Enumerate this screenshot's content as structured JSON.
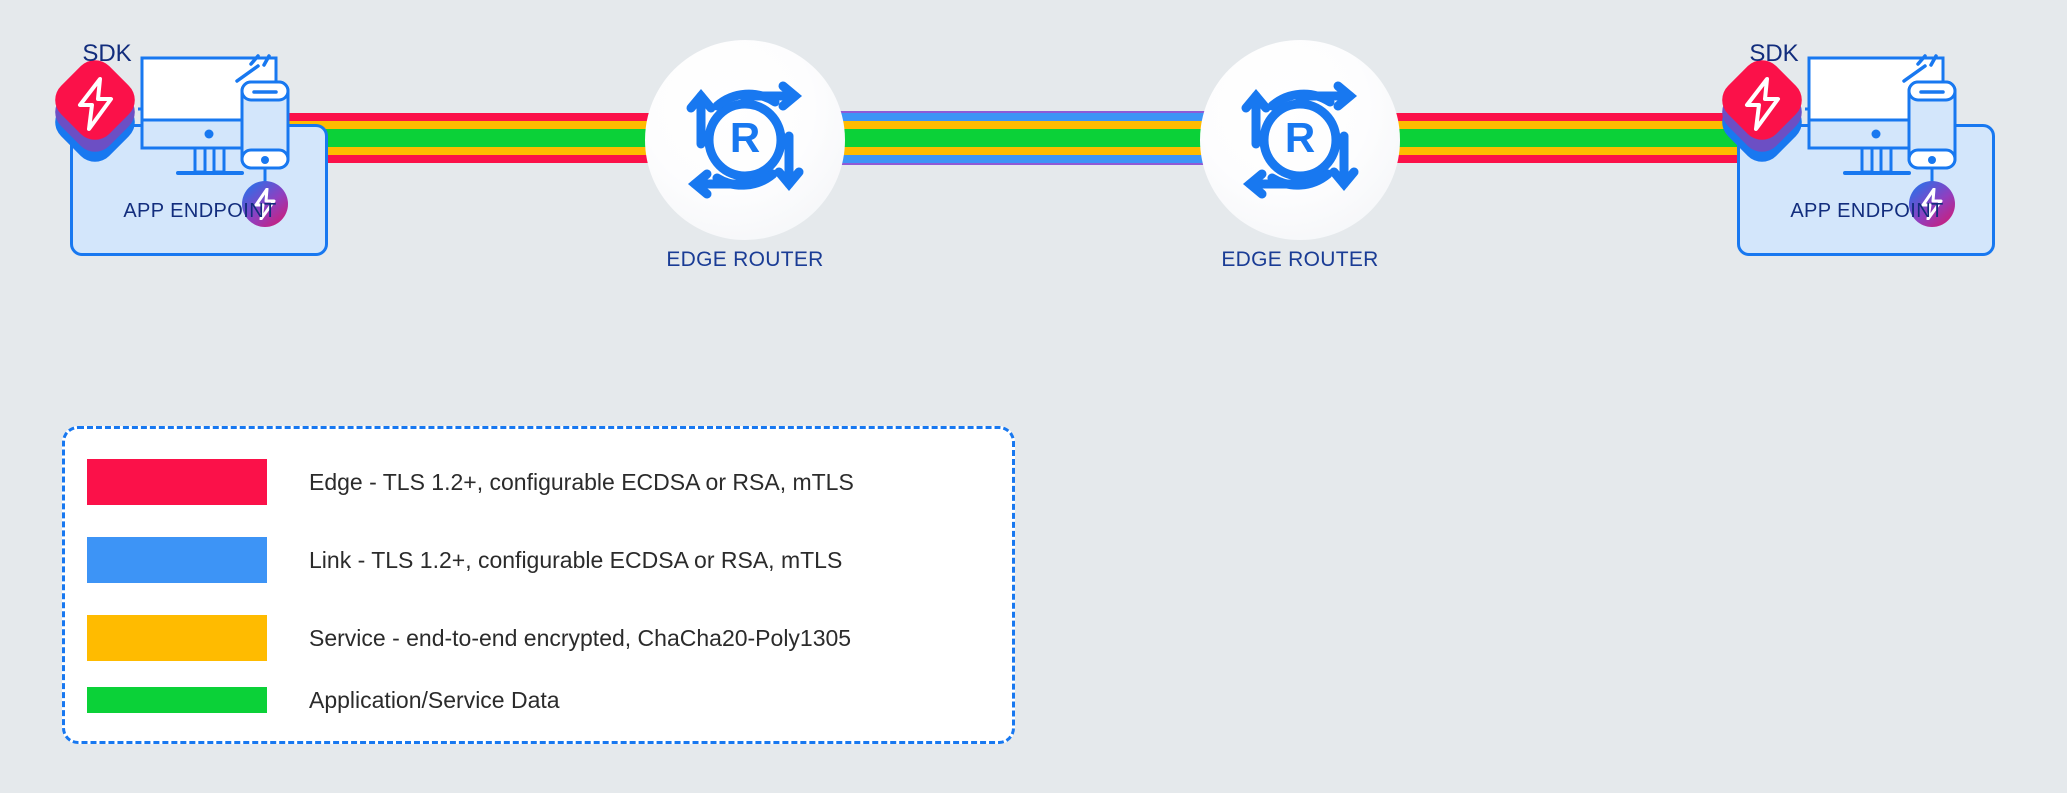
{
  "background_color": "#e5e9ec",
  "endpoints": [
    {
      "sdk_label": "SDK",
      "box_label": "APP ENDPOINT"
    },
    {
      "sdk_label": "SDK",
      "box_label": "APP ENDPOINT"
    }
  ],
  "routers": [
    {
      "label": "EDGE ROUTER"
    },
    {
      "label": "EDGE ROUTER"
    }
  ],
  "legend": {
    "items": [
      {
        "color": "#fb1149",
        "label": "Edge - TLS 1.2+, configurable ECDSA or RSA, mTLS"
      },
      {
        "color": "#3d94f6",
        "label": "Link - TLS 1.2+, configurable ECDSA or RSA, mTLS"
      },
      {
        "color": "#ffbb00",
        "label": "Service - end-to-end encrypted, ChaCha20-Poly1305"
      },
      {
        "color": "#0bd138",
        "label": "Application/Service Data"
      }
    ]
  },
  "colors": {
    "edge_red": "#fb1149",
    "link_blue": "#3d94f6",
    "service_amber": "#ffbb00",
    "data_green": "#0bd138",
    "accent_violet": "#8f5ad6",
    "brand_blue": "#1878f0",
    "text_navy": "#122d7d",
    "router_navy": "#1a3c95"
  }
}
